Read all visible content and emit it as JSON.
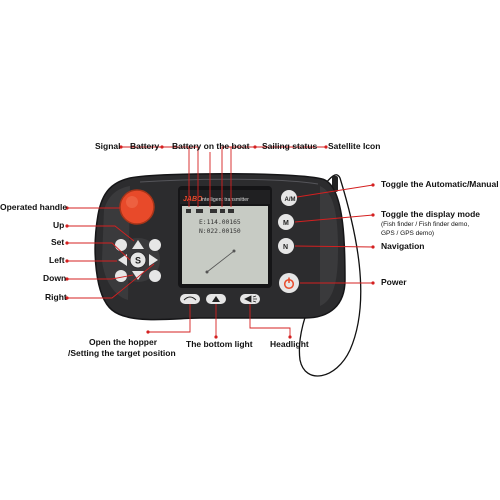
{
  "device": {
    "brand": "JABO",
    "model_text": "intelligent transmitter",
    "screen_lines": [
      "E:114.00165",
      "N:022.00150"
    ]
  },
  "buttons": {
    "auto_manual": "A/M",
    "mode": "M",
    "nav": "N",
    "set": "S"
  },
  "labels": {
    "signal": "Signal",
    "battery": "Battery",
    "battery_boat": "Battery on the boat",
    "sailing_status": "Sailing status",
    "satellite_icon": "Satellite Icon",
    "operated_handle": "Operated handle",
    "up": "Up",
    "set": "Set",
    "left": "Left",
    "down": "Down",
    "right": "Right",
    "toggle_auto_manual": "Toggle the Automatic/Manual",
    "toggle_display": "Toggle the display mode",
    "toggle_display_sub1": "(Fish finder / Fish finder demo,",
    "toggle_display_sub2": "GPS / GPS demo)",
    "navigation": "Navigation",
    "power": "Power",
    "hopper_1": "Open the hopper",
    "hopper_2": "/Setting the target position",
    "bottom_light": "The bottom light",
    "headlight": "Headlight"
  },
  "colors": {
    "body": "#2c2c2e",
    "body_edge": "#1a1a1c",
    "grip": "#3a3a3c",
    "accent": "#e84a2a",
    "leader": "#d42020",
    "screen": "#c7cbc4",
    "button": "#e6e6e6"
  }
}
